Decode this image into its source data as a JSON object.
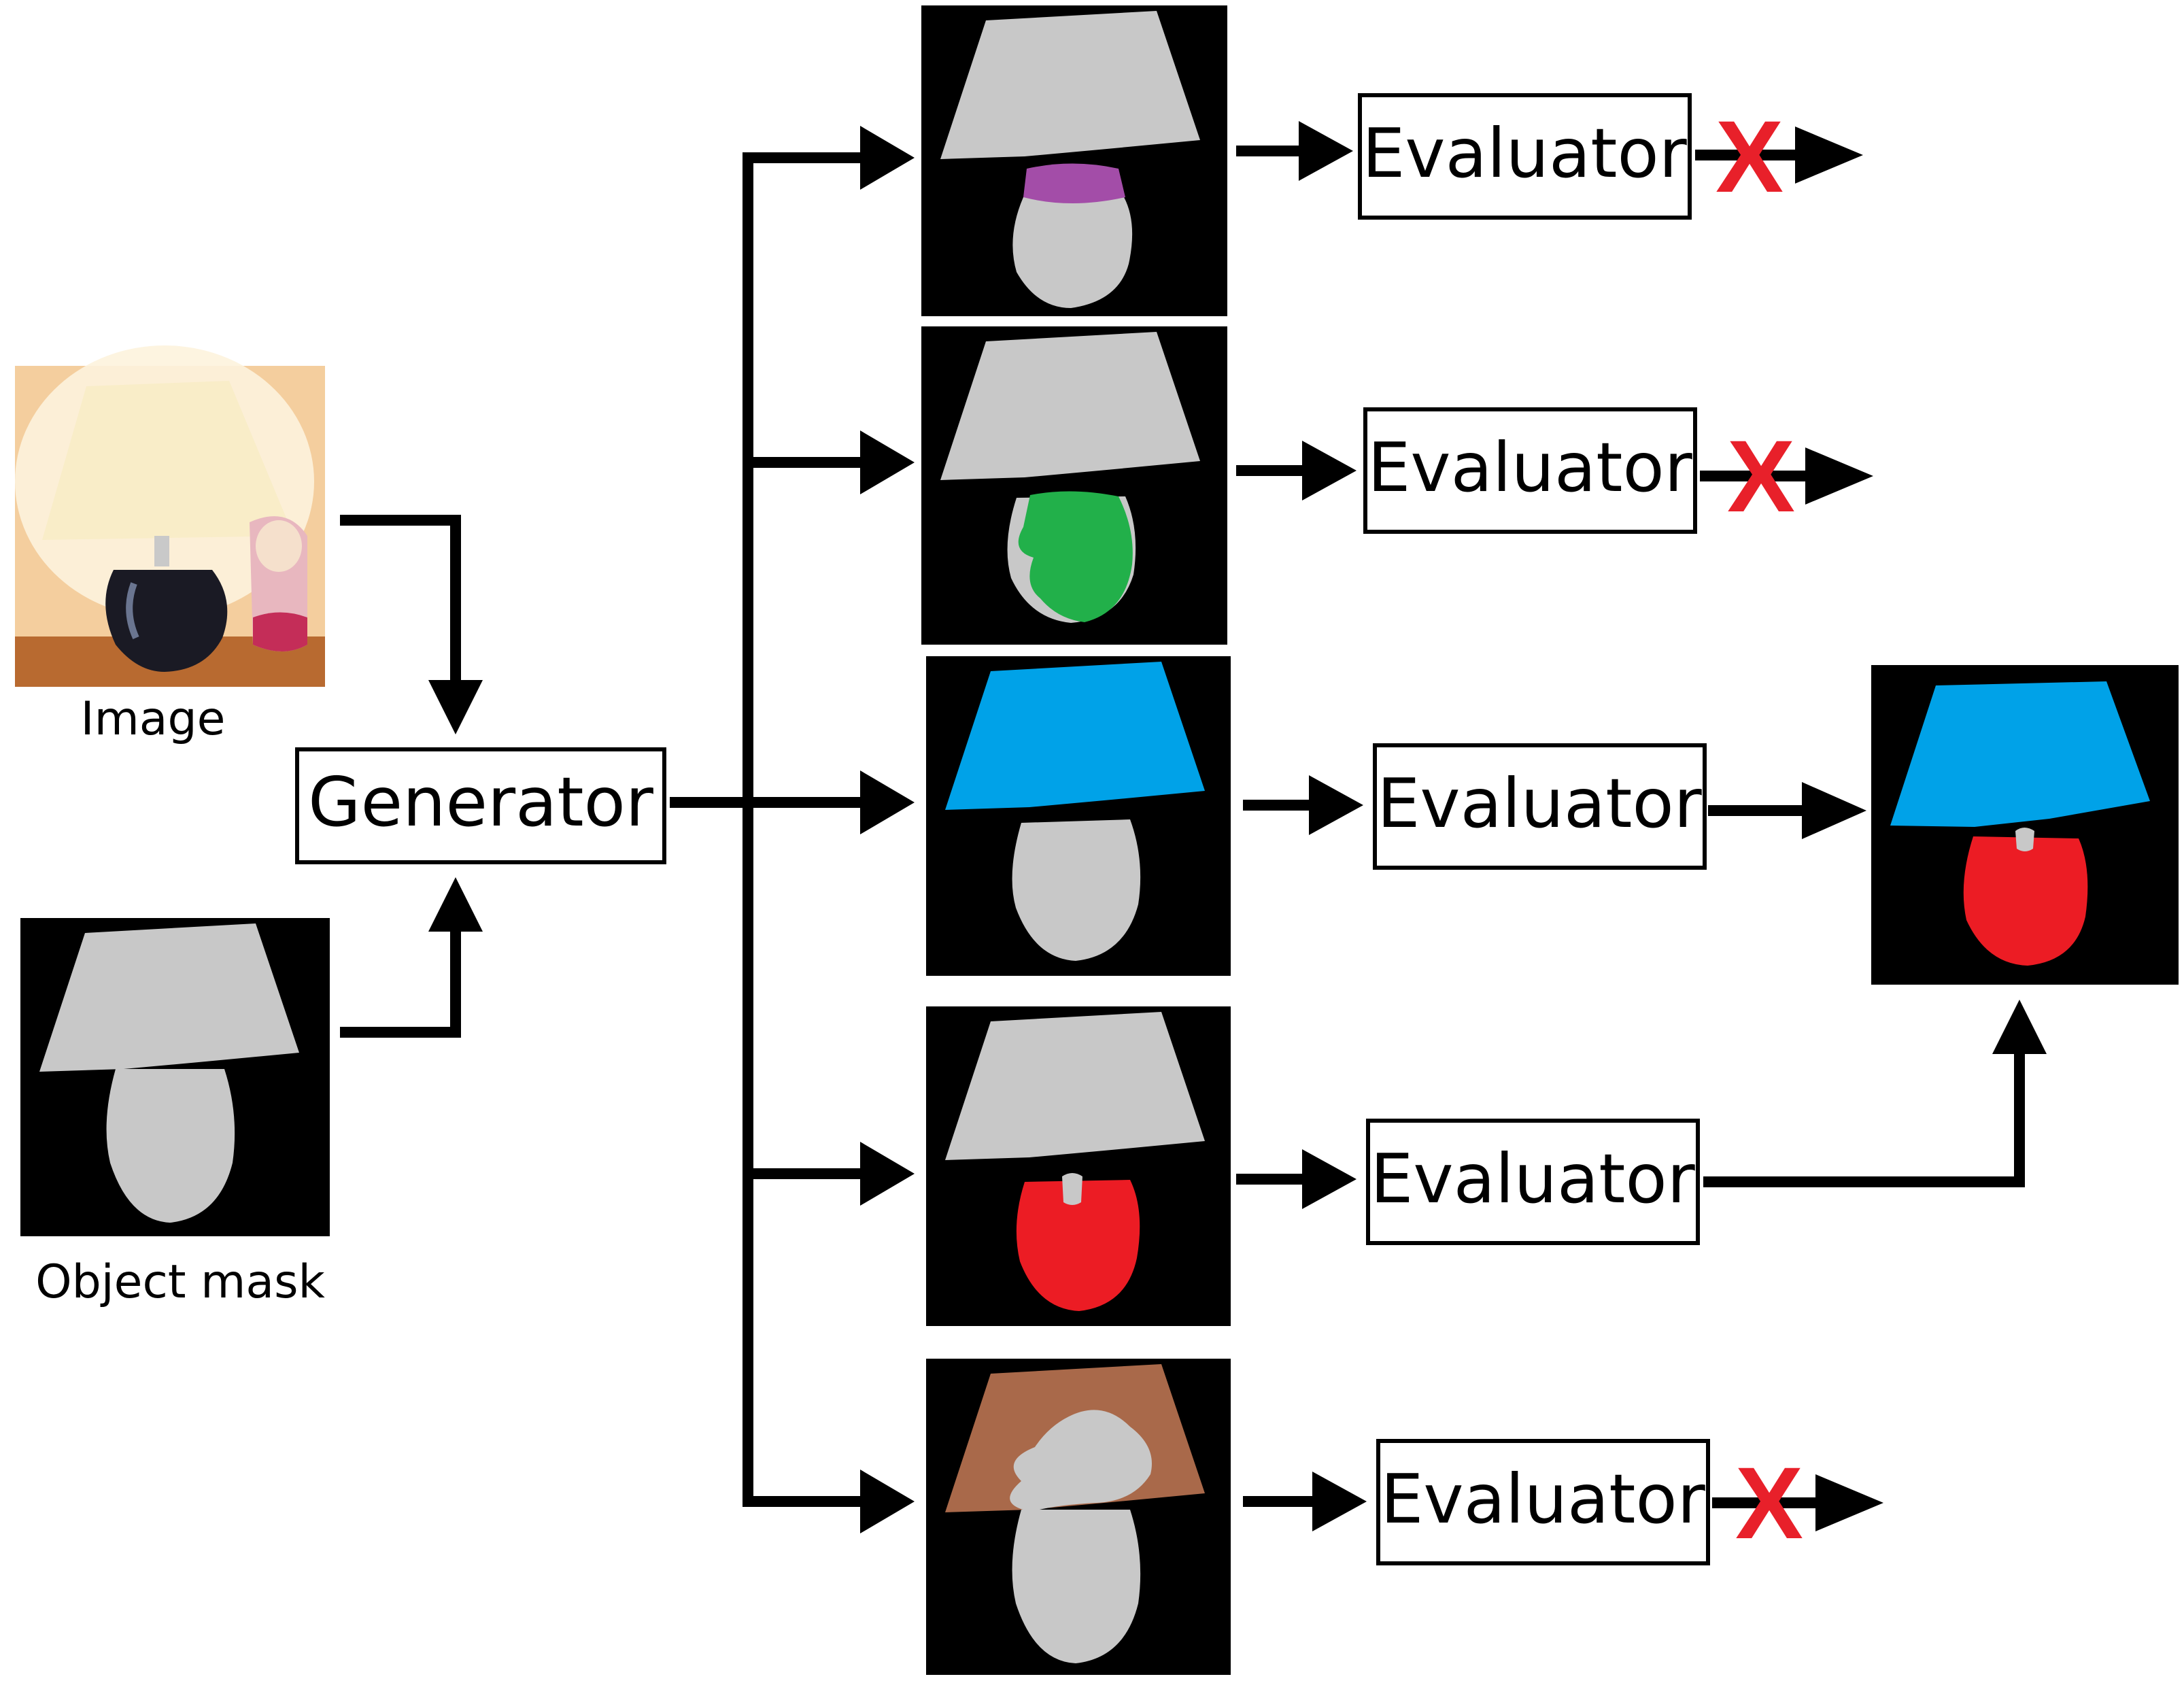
{
  "labels": {
    "image": "Image",
    "object_mask": "Object mask",
    "generator": "Generator",
    "evaluator": "Evaluator",
    "reject": "X"
  },
  "colors": {
    "background": "#ffffff",
    "stroke": "#000000",
    "panel": "#000000",
    "mask_gray": "#c8c8c8",
    "reject_red": "#e8202a",
    "part_purple": "#a34da8",
    "part_green": "#22b04a",
    "part_blue": "#00a2e8",
    "part_red": "#ec1c24",
    "part_brown": "#a9694a"
  },
  "candidates": [
    {
      "part": "neck",
      "color": "#a34da8",
      "rejected": true
    },
    {
      "part": "base",
      "color": "#22b04a",
      "rejected": true
    },
    {
      "part": "shade",
      "color": "#00a2e8",
      "rejected": false
    },
    {
      "part": "base",
      "color": "#ec1c24",
      "rejected": false
    },
    {
      "part": "shade",
      "color": "#a9694a",
      "rejected": true
    }
  ]
}
